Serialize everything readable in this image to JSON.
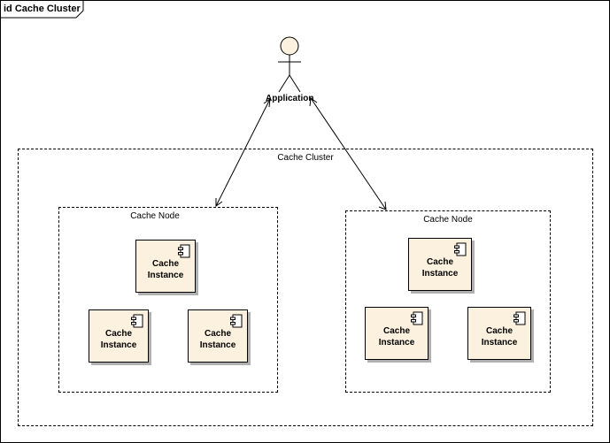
{
  "frame": {
    "title": "id Cache Cluster"
  },
  "actor": {
    "name": "Application"
  },
  "cluster": {
    "label": "Cache Cluster"
  },
  "nodes": [
    {
      "label": "Cache Node",
      "instances": [
        {
          "label": "Cache\nInstance"
        },
        {
          "label": "Cache\nInstance"
        },
        {
          "label": "Cache\nInstance"
        }
      ]
    },
    {
      "label": "Cache Node",
      "instances": [
        {
          "label": "Cache\nInstance"
        },
        {
          "label": "Cache\nInstance"
        },
        {
          "label": "Cache\nInstance"
        }
      ]
    }
  ],
  "colors": {
    "component_fill": "#fbf1de",
    "shadow": "#b0b0b0",
    "stroke": "#000000"
  }
}
